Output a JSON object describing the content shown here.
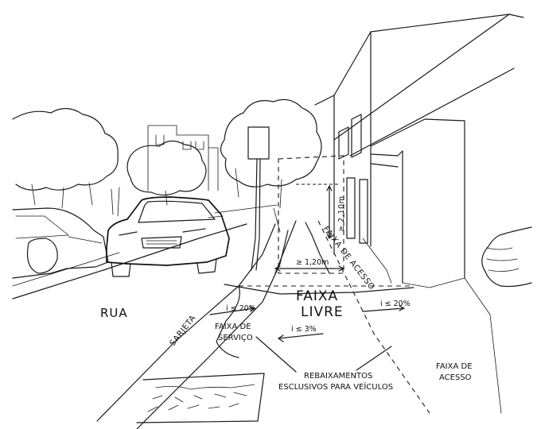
{
  "labels": {
    "street": "RUA",
    "clear_zone_line1": "FAIXA",
    "clear_zone_line2": "LIVRE",
    "service_zone_line1": "FAIXA DE",
    "service_zone_line2": "SERVIÇO",
    "access_zone_bottom_line1": "FAIXA DE",
    "access_zone_bottom_line2": "ACESSO",
    "access_zone_diagonal": "FAIXA DE ACESSO",
    "gutter": "SARJETA",
    "curb_cuts_line1": "REBAIXAMENTOS",
    "curb_cuts_line2": "ESCLUSIVOS PARA VEÍCULOS"
  },
  "dimensions": {
    "min_width": "≥ 1,20m",
    "min_height": "≥ 2,10m",
    "service_slope": "i ≤ 20%",
    "access_slope": "i ≤ 20%",
    "clear_slope": "i ≤ 3%"
  }
}
